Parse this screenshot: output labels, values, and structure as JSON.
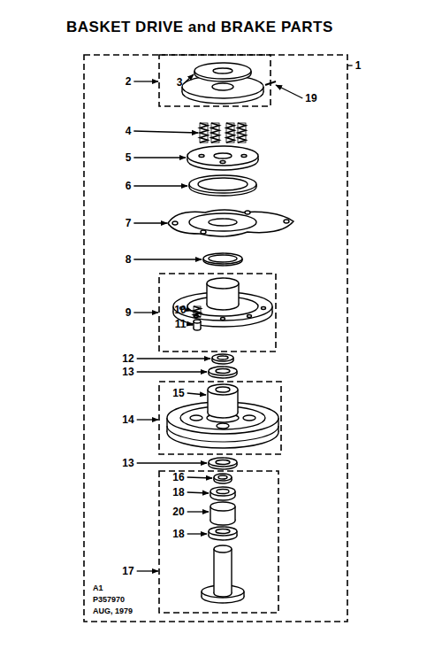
{
  "diagram": {
    "title": "BASKET DRIVE and BRAKE PARTS",
    "labels": [
      "1",
      "2",
      "3",
      "19",
      "4",
      "5",
      "6",
      "7",
      "8",
      "9",
      "10",
      "11",
      "12",
      "13",
      "15",
      "14",
      "13",
      "16",
      "18",
      "20",
      "18",
      "17",
      "A1",
      "P357970",
      "AUG, 1979"
    ]
  }
}
